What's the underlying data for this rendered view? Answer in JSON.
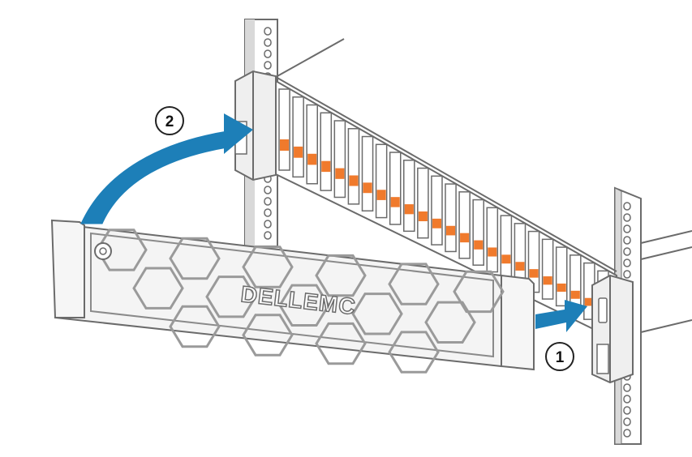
{
  "diagram": {
    "brand": "DELLEMC",
    "steps": [
      {
        "number": "1"
      },
      {
        "number": "2"
      }
    ],
    "drive_bays": 24,
    "colors": {
      "stroke": "#6b6b6b",
      "rail_fill": "#ffffff",
      "bezel_fill": "#f4f4f4",
      "drive_accent": "#f07a2c",
      "arrow": "#1d7fb8",
      "ear_fill": "#efefef",
      "background": "#ffffff"
    },
    "icons": [
      "arrow-curved-icon",
      "arrow-straight-icon",
      "lock-icon",
      "hexagon-pattern"
    ]
  }
}
